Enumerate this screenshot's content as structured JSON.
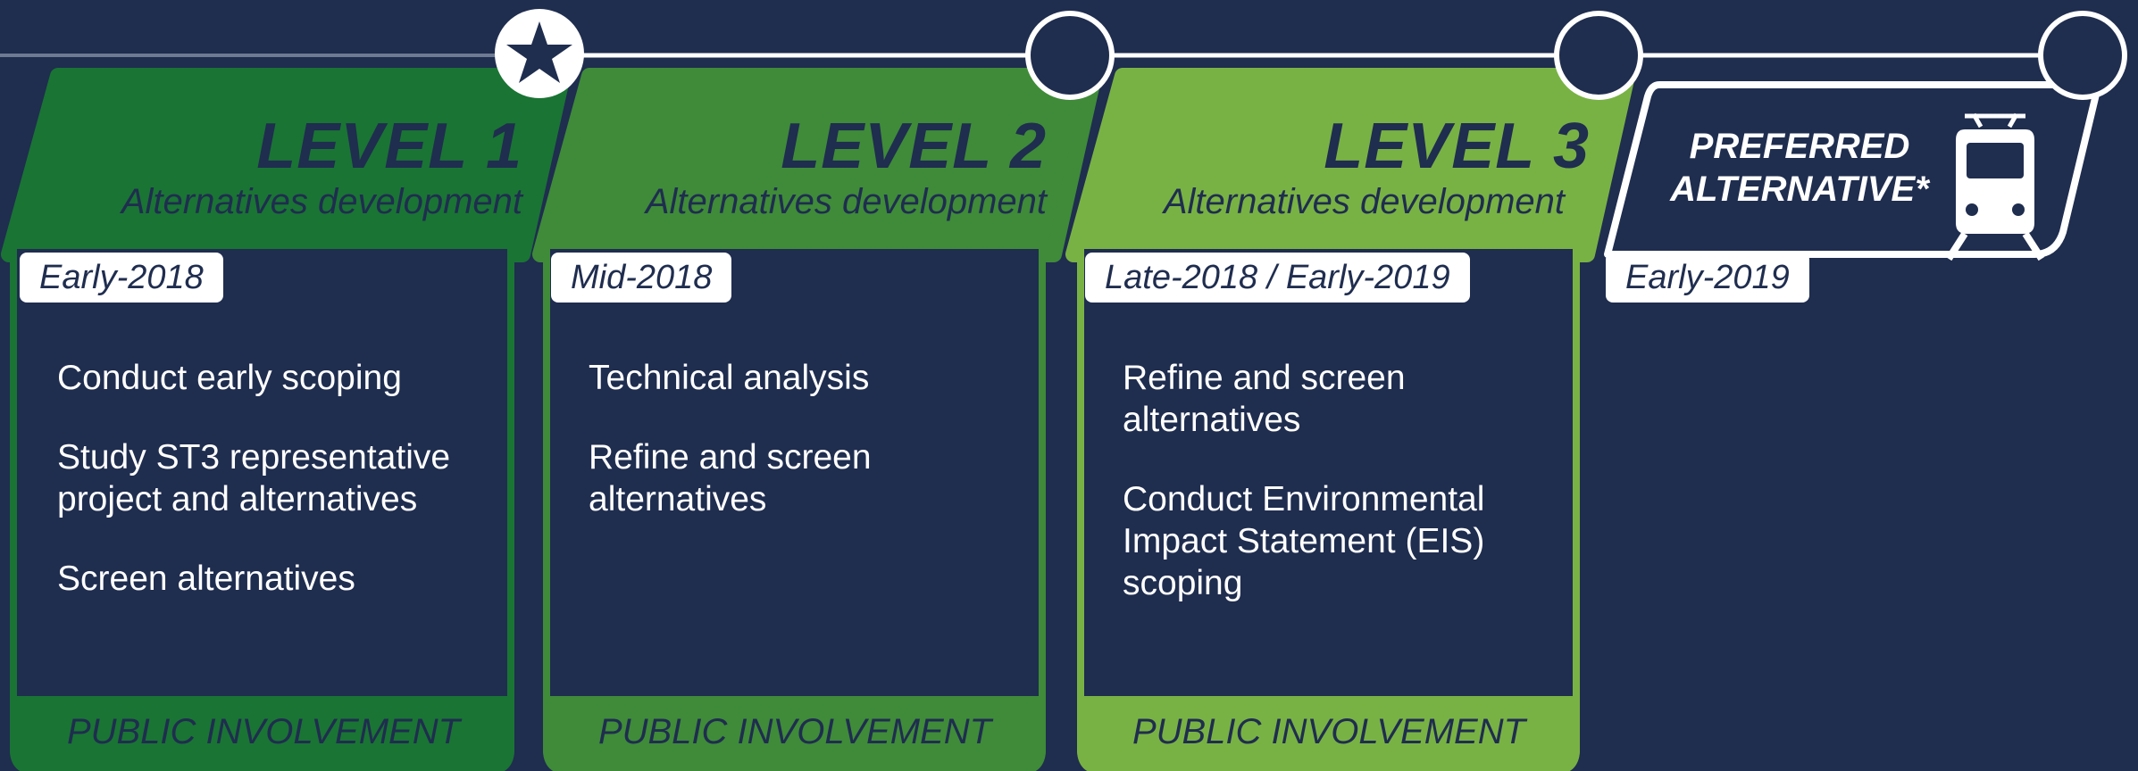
{
  "colors": {
    "background": "#1f2d4f",
    "level1": "#1a7434",
    "level2": "#3f8b39",
    "level3": "#79b244",
    "white": "#ffffff"
  },
  "stages": [
    {
      "title": "LEVEL 1",
      "subtitle": "Alternatives development",
      "date": "Early-2018",
      "tasks": [
        "Conduct early scoping",
        "Study ST3 representative project and alternatives",
        "Screen alternatives"
      ],
      "footer": "PUBLIC INVOLVEMENT",
      "milestone_icon": "star-icon"
    },
    {
      "title": "LEVEL 2",
      "subtitle": "Alternatives development",
      "date": "Mid-2018",
      "tasks": [
        "Technical analysis",
        "Refine and screen alternatives"
      ],
      "footer": "PUBLIC INVOLVEMENT",
      "milestone_icon": "empty-circle-icon"
    },
    {
      "title": "LEVEL 3",
      "subtitle": "Alternatives development",
      "date": "Late-2018 / Early-2019",
      "tasks": [
        "Refine and screen alternatives",
        "Conduct Environmental Impact Statement (EIS) scoping"
      ],
      "footer": "PUBLIC INVOLVEMENT",
      "milestone_icon": "empty-circle-icon"
    }
  ],
  "preferred": {
    "title_line1": "PREFERRED",
    "title_line2": "ALTERNATIVE*",
    "date": "Early-2019",
    "icon": "light-rail-train-icon",
    "milestone_icon": "empty-circle-icon"
  }
}
